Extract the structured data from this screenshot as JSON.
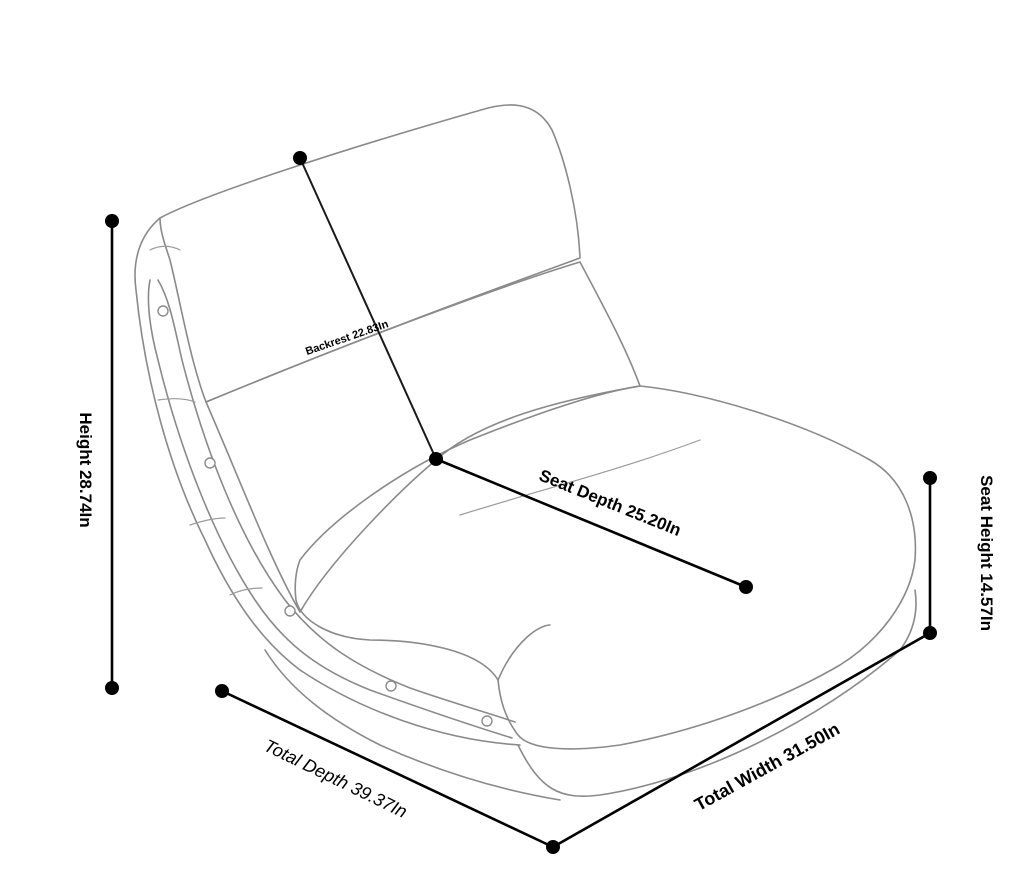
{
  "product": "floor chair",
  "dimensions": {
    "height": "Height 28.74In",
    "backrest": "Backrest 22.83In",
    "seat_depth": "Seat Depth 25.20In",
    "seat_height": "Seat Height 14.57In",
    "total_depth": "Total Depth 39.37In",
    "total_width": "Total Width 31.50In"
  },
  "colors": {
    "outline": "#8a8a8a",
    "dimension": "#000000",
    "background": "#ffffff"
  }
}
